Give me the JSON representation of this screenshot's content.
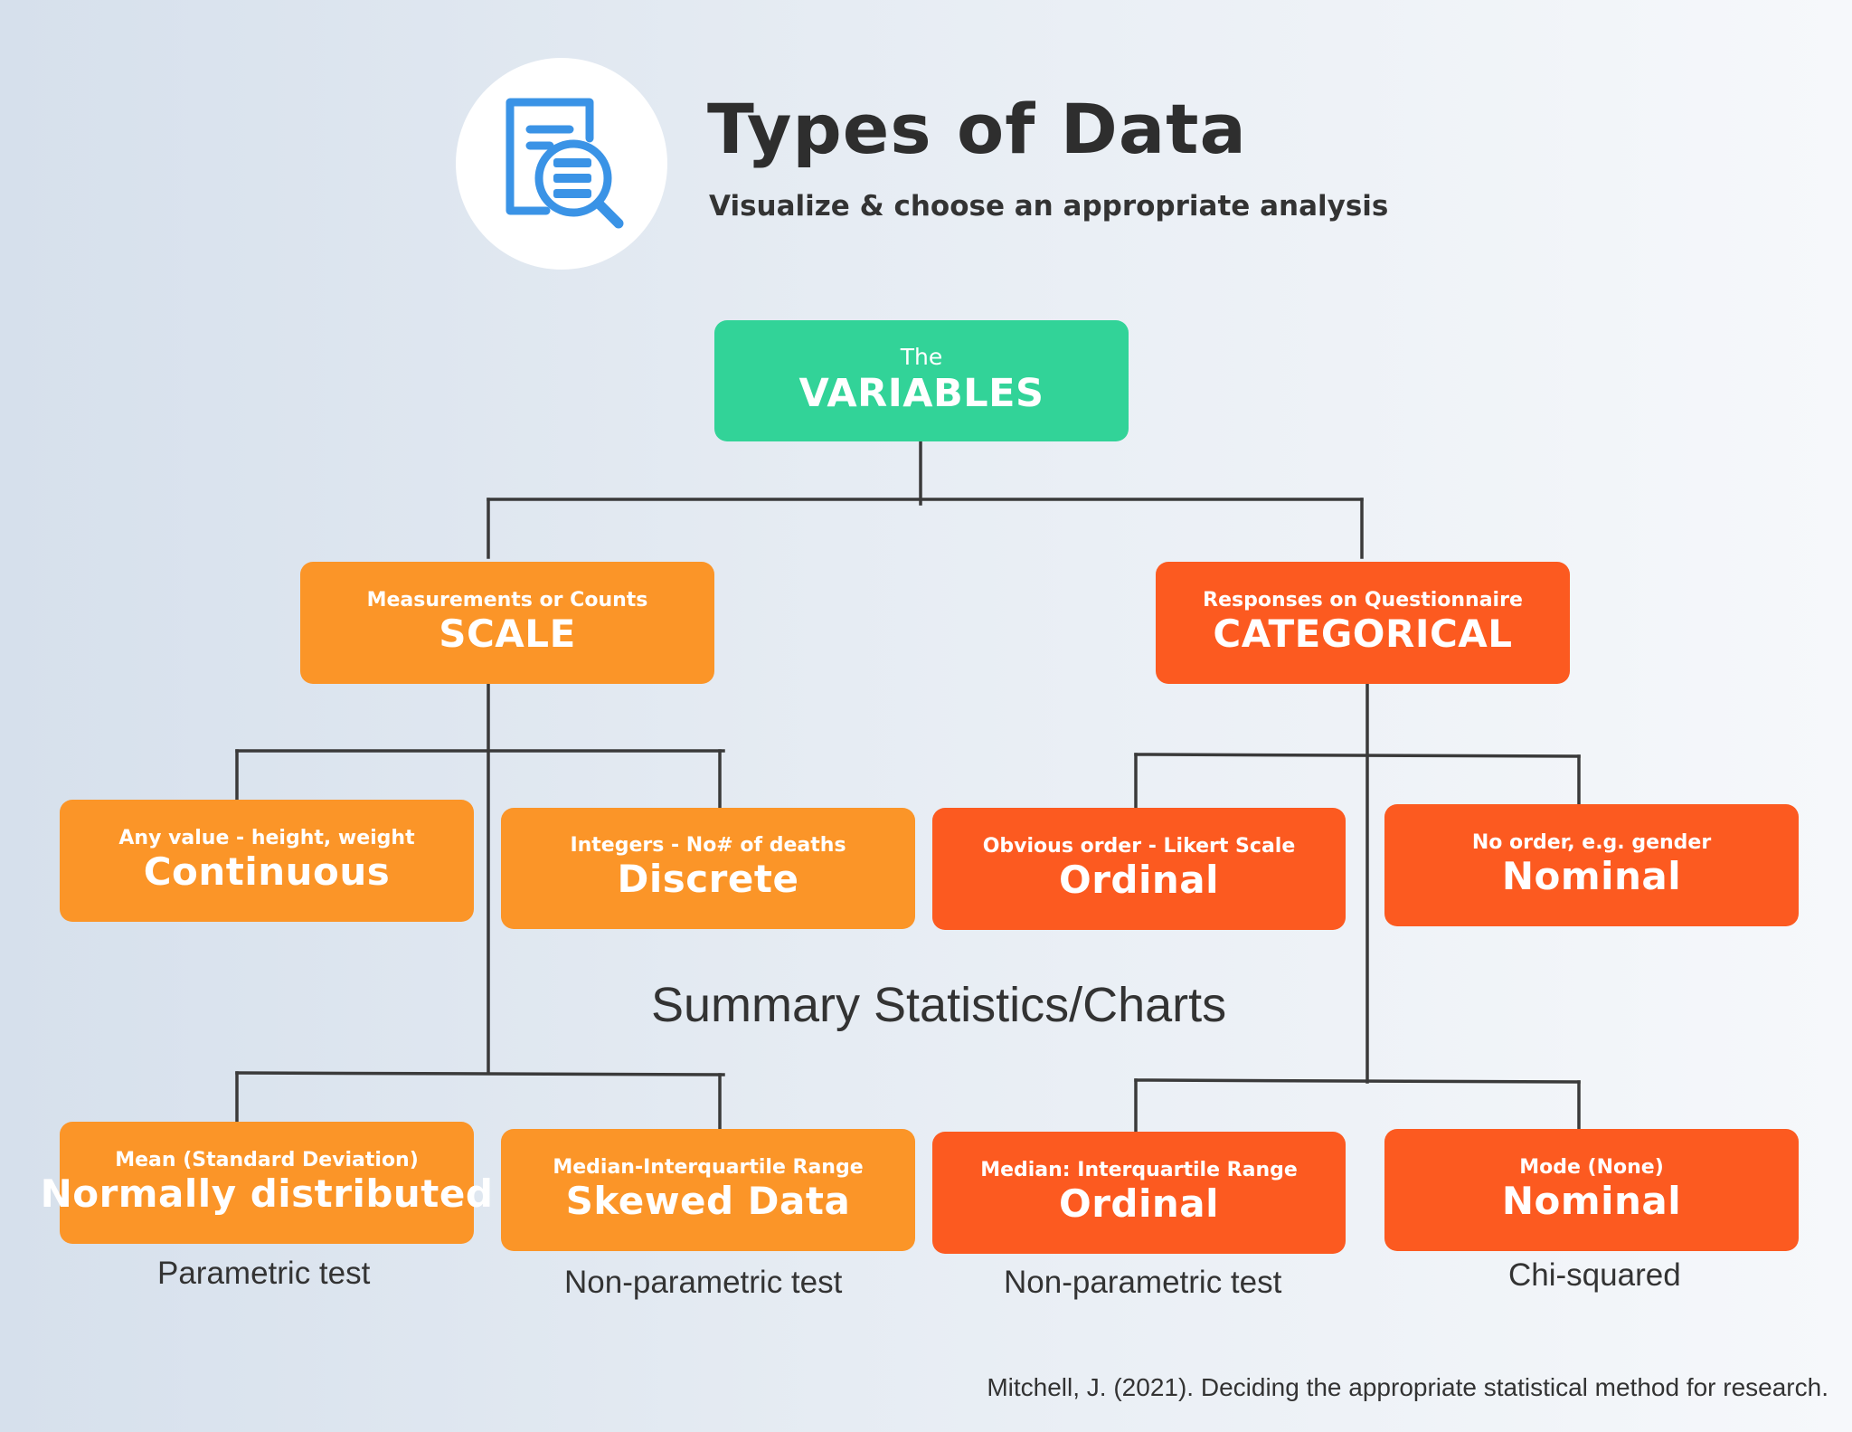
{
  "header": {
    "title": "Types of Data",
    "subtitle": "Visualize & choose an appropriate analysis",
    "logo_icon": "document-search-icon",
    "logo_color": "#3a93e6"
  },
  "root": {
    "small": "The",
    "big": "VARIABLES",
    "color": "#32d398"
  },
  "level1": {
    "scale": {
      "small": "Measurements or Counts",
      "big": "SCALE",
      "color": "#fb9528"
    },
    "categorical": {
      "small": "Responses on Questionnaire",
      "big": "CATEGORICAL",
      "color": "#fc5a20"
    }
  },
  "level2": {
    "continuous": {
      "small": "Any value - height, weight",
      "big": "Continuous"
    },
    "discrete": {
      "small": "Integers - No# of deaths",
      "big": "Discrete"
    },
    "ordinal": {
      "small": "Obvious order - Likert Scale",
      "big": "Ordinal"
    },
    "nominal": {
      "small": "No order, e.g. gender",
      "big": "Nominal"
    }
  },
  "section_label": "Summary Statistics/Charts",
  "level3": {
    "normal": {
      "small": "Mean (Standard Deviation)",
      "big": "Normally distributed",
      "test": "Parametric test"
    },
    "skewed": {
      "small": "Median-Interquartile Range",
      "big": "Skewed Data",
      "test": "Non-parametric test"
    },
    "ordinal": {
      "small": "Median: Interquartile Range",
      "big": "Ordinal",
      "test": "Non-parametric test"
    },
    "nominal": {
      "small": "Mode (None)",
      "big": "Nominal",
      "test": "Chi-squared"
    }
  },
  "citation": "Mitchell, J. (2021). Deciding the appropriate statistical method for research."
}
